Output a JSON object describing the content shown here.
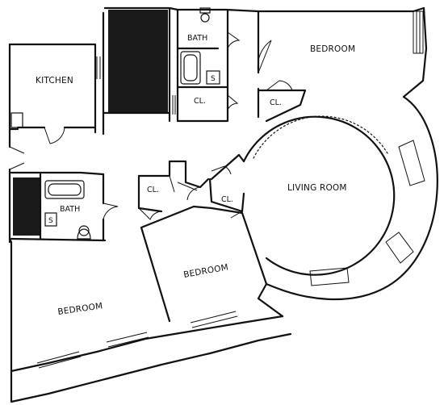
{
  "labels": {
    "kitchen": "KITCHEN",
    "bath_top": "BATH",
    "bath_left": "BATH",
    "closet_top_bath": "CL.",
    "closet_bedroom_top": "CL.",
    "bedroom_top": "BEDROOM",
    "living_room": "LIVING ROOM",
    "closet_center_left": "CL.",
    "closet_center_right": "CL.",
    "bedroom_center": "BEDROOM",
    "bedroom_bottom": "BEDROOM",
    "shower_top": "S",
    "shower_left": "S"
  }
}
